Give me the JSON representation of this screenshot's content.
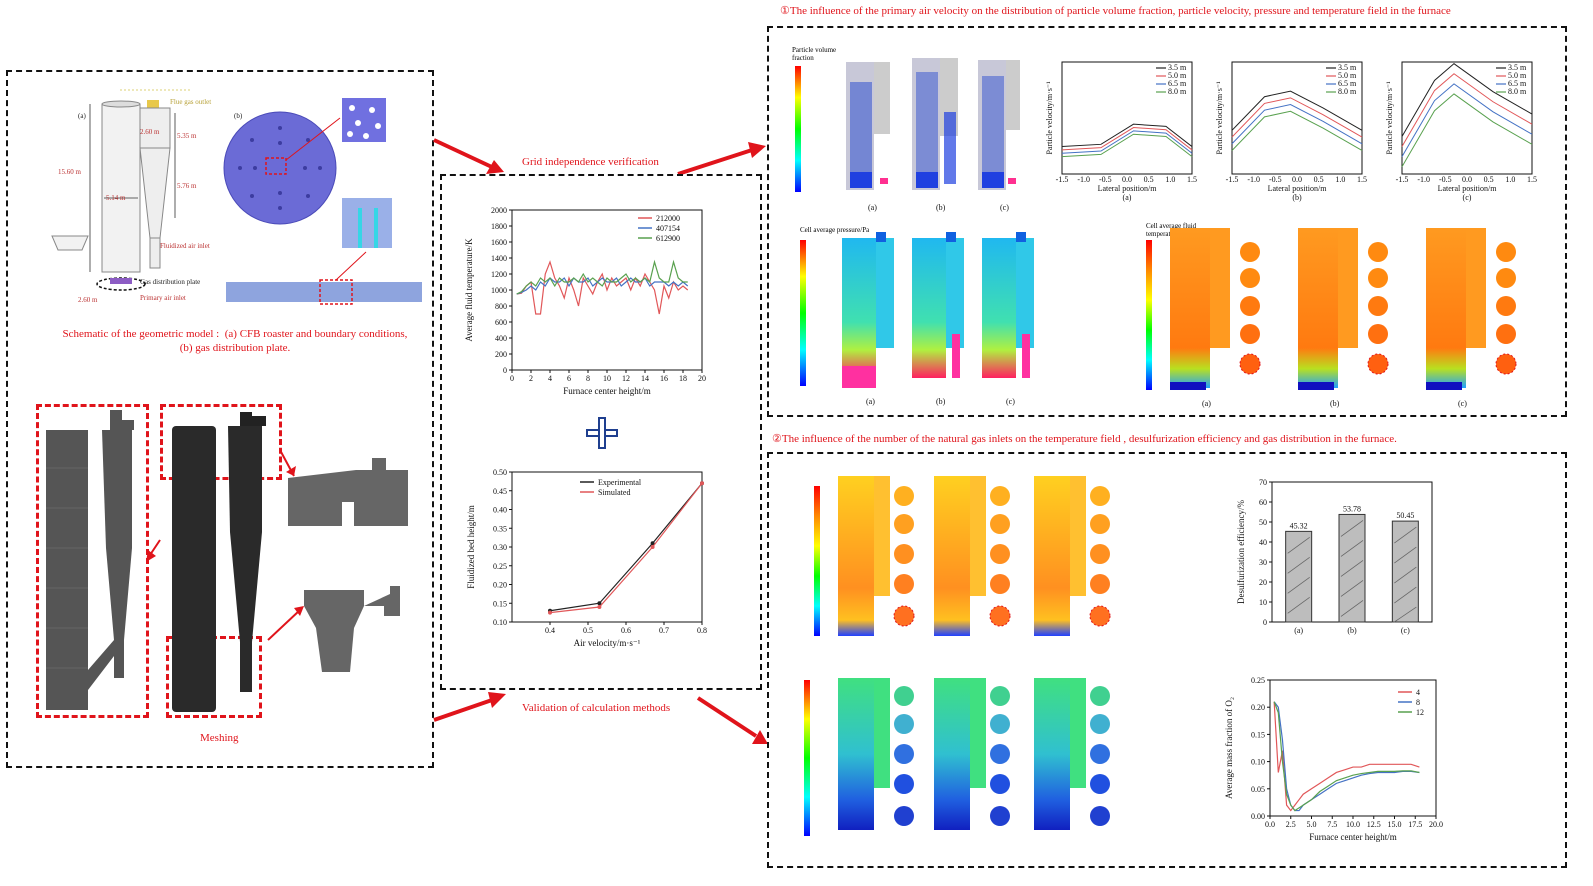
{
  "left_panel": {
    "geometry_caption_line1": "Schematic of the geometric model :  (a) CFB roaster and boundary conditions,",
    "geometry_caption_line2": "(b) gas distribution plate.",
    "meshing_label": "Meshing",
    "dims": {
      "height_main": "15.60 m",
      "width_main": "5.14 m",
      "upper_cyc": "5.35 m",
      "mid_cyc": "5.76 m",
      "width_cyc": "2.60 m",
      "bottom_width": "2.60 m",
      "panel_a": "(a)",
      "panel_b": "(b)",
      "flue_gas_outlet": "Flue gas outlet",
      "fluidized_air_inlet": "Fluidized air inlet",
      "gas_distribution_plate": "Gas distribution plate",
      "primary_air_inlet": "Primary air inlet"
    }
  },
  "middle": {
    "grid_label": "Grid independence verification",
    "validation_label": "Validation of calculation methods",
    "plus_symbol": "+"
  },
  "section1_title": "①The influence of the primary air velocity on the distribution of particle volume fraction, particle velocity, pressure and temperature field in the furnace",
  "section2_title": "②The influence of the number of the natural gas inlets on the temperature field , desulfurization efficiency and gas distribution in the furnace.",
  "colors": {
    "red": "#e0141b",
    "series_red": "#e15759",
    "series_blue": "#4472c4",
    "series_green": "#59a14f"
  },
  "chart_data": [
    {
      "id": "grid_independence",
      "type": "line",
      "xlabel": "Furnace center height/m",
      "ylabel": "Average fluid temperature/K",
      "xlim": [
        0,
        20
      ],
      "ylim": [
        0,
        2000
      ],
      "xticks": [
        "0",
        "2",
        "4",
        "6",
        "8",
        "10",
        "12",
        "14",
        "16",
        "18",
        "20"
      ],
      "yticks": [
        "0",
        "200",
        "400",
        "600",
        "800",
        "1000",
        "1200",
        "1400",
        "1600",
        "1800",
        "2000"
      ],
      "x": [
        0.5,
        1,
        1.5,
        2,
        2.5,
        3,
        3.5,
        4,
        4.5,
        5,
        5.5,
        6,
        6.5,
        7,
        7.5,
        8,
        8.5,
        9,
        9.5,
        10,
        10.5,
        11,
        11.5,
        12,
        12.5,
        13,
        13.5,
        14,
        14.5,
        15,
        15.5,
        16,
        16.5,
        17,
        17.5,
        18,
        18.5
      ],
      "series": [
        {
          "name": "212000",
          "values": [
            950,
            960,
            1050,
            1100,
            700,
            700,
            1200,
            1350,
            1150,
            1050,
            900,
            1150,
            1000,
            800,
            1150,
            1050,
            950,
            1100,
            1200,
            1000,
            1150,
            1050,
            1100,
            1150,
            1000,
            1150,
            1050,
            1200,
            1100,
            1000,
            700,
            1050,
            900,
            1100,
            1000,
            1050,
            1000
          ]
        },
        {
          "name": "407154",
          "values": [
            950,
            970,
            1000,
            1050,
            1000,
            1100,
            1050,
            1150,
            1100,
            1100,
            1150,
            1050,
            1150,
            1100,
            1100,
            1150,
            1050,
            1100,
            1150,
            1100,
            1100,
            1150,
            1050,
            1100,
            1150,
            1100,
            1100,
            1150,
            1050,
            1100,
            1100,
            1100,
            1050,
            1100,
            1050,
            1100,
            1050
          ]
        },
        {
          "name": "612900",
          "values": [
            950,
            980,
            1050,
            1100,
            1050,
            1150,
            1100,
            1150,
            1050,
            1150,
            1100,
            1100,
            1150,
            1100,
            1200,
            1100,
            1150,
            1100,
            1050,
            1150,
            1100,
            1100,
            1150,
            1200,
            1100,
            1150,
            1100,
            1150,
            1100,
            1350,
            1150,
            1100,
            1100,
            1350,
            1150,
            1100,
            1100
          ]
        }
      ]
    },
    {
      "id": "validation",
      "type": "line",
      "xlabel": "Air velocity/m·s⁻¹",
      "ylabel": "Fluidized bed height/m",
      "xlim": [
        0.3,
        0.8
      ],
      "ylim": [
        0.1,
        0.5
      ],
      "xticks": [
        "0.4",
        "0.5",
        "0.6",
        "0.7",
        "0.8"
      ],
      "yticks": [
        "0.10",
        "0.15",
        "0.20",
        "0.25",
        "0.30",
        "0.35",
        "0.40",
        "0.45",
        "0.50"
      ],
      "x": [
        0.4,
        0.53,
        0.67,
        0.8
      ],
      "series": [
        {
          "name": "Experimental",
          "values": [
            0.13,
            0.15,
            0.31,
            0.47
          ]
        },
        {
          "name": "Simulated",
          "values": [
            0.125,
            0.14,
            0.3,
            0.47
          ]
        }
      ]
    },
    {
      "id": "particle_velocity",
      "type": "line",
      "xlabel": "Lateral position/m",
      "ylabel": "Particle velocity/m·s⁻¹",
      "xticks": [
        "-1.5",
        "-1.0",
        "-0.5",
        "0.0",
        "0.5",
        "1.0",
        "1.5"
      ],
      "legend": [
        "3.5 m",
        "5.0 m",
        "6.5 m",
        "8.0 m"
      ],
      "panels": [
        "(a)",
        "(b)",
        "(c)"
      ]
    },
    {
      "id": "desulfurization",
      "type": "bar",
      "ylabel": "Desulfurization efficiency/%",
      "categories": [
        "(a)",
        "(b)",
        "(c)"
      ],
      "values": [
        45.32,
        53.78,
        50.45
      ],
      "ylim": [
        0,
        70
      ],
      "yticks": [
        "0",
        "10",
        "20",
        "30",
        "40",
        "50",
        "60",
        "70"
      ]
    },
    {
      "id": "o2_mass_fraction",
      "type": "line",
      "xlabel": "Furnace center height/m",
      "ylabel": "Average mass fraction of O₂",
      "xlim": [
        0,
        20
      ],
      "ylim": [
        0,
        0.25
      ],
      "xticks": [
        "0.0",
        "2.5",
        "5.0",
        "7.5",
        "10.0",
        "12.5",
        "15.0",
        "17.5",
        "20.0"
      ],
      "yticks": [
        "0.00",
        "0.05",
        "0.10",
        "0.15",
        "0.20",
        "0.25"
      ],
      "x": [
        0.5,
        1,
        1.5,
        2,
        2.5,
        3,
        3.5,
        4,
        5,
        6,
        7,
        8,
        9,
        10,
        11,
        12,
        13,
        14,
        15,
        16,
        17,
        18
      ],
      "series": [
        {
          "name": "4",
          "values": [
            0.21,
            0.08,
            0.12,
            0.02,
            0.01,
            0.02,
            0.03,
            0.04,
            0.05,
            0.06,
            0.07,
            0.08,
            0.085,
            0.09,
            0.09,
            0.095,
            0.095,
            0.095,
            0.095,
            0.095,
            0.095,
            0.09
          ]
        },
        {
          "name": "8",
          "values": [
            0.21,
            0.2,
            0.14,
            0.05,
            0.02,
            0.01,
            0.01,
            0.02,
            0.03,
            0.04,
            0.05,
            0.06,
            0.065,
            0.07,
            0.075,
            0.078,
            0.08,
            0.08,
            0.08,
            0.082,
            0.082,
            0.08
          ]
        },
        {
          "name": "12",
          "values": [
            0.21,
            0.19,
            0.1,
            0.04,
            0.02,
            0.01,
            0.015,
            0.02,
            0.03,
            0.045,
            0.055,
            0.065,
            0.07,
            0.075,
            0.078,
            0.08,
            0.082,
            0.082,
            0.082,
            0.083,
            0.083,
            0.08
          ]
        }
      ]
    }
  ]
}
